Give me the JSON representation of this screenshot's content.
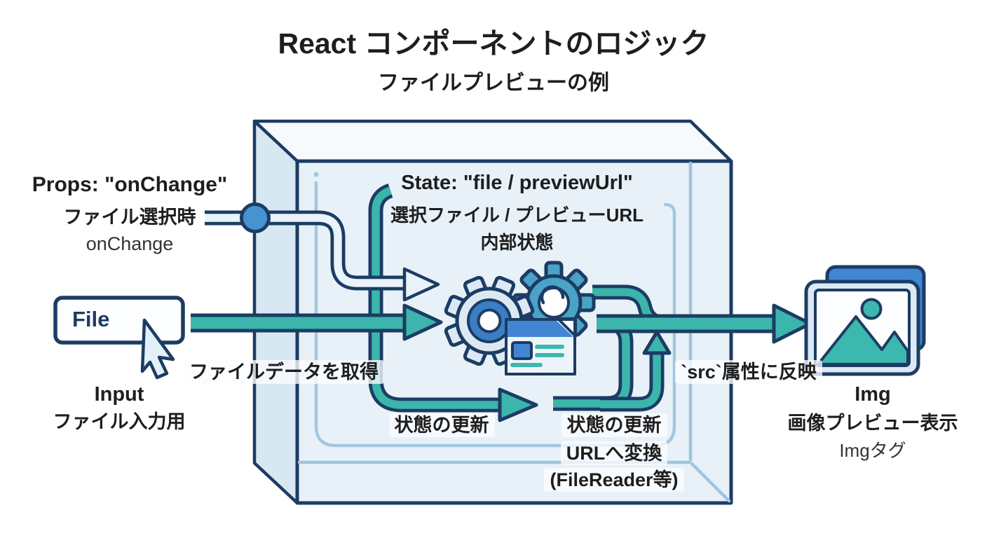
{
  "title": "React コンポーネントのロジック",
  "subtitle": "ファイルプレビューの例",
  "props": {
    "heading": "Props: \"onChange\"",
    "line1": "ファイル選択時",
    "line2": "onChange"
  },
  "input": {
    "button_label": "File",
    "heading": "Input",
    "caption": "ファイル入力用"
  },
  "state": {
    "heading": "State: \"file / previewUrl\"",
    "line1": "選択ファイル / プレビューURL",
    "line2": "内部状態"
  },
  "labels": {
    "get_file_data": "ファイルデータを取得",
    "update_state_left": "状態の更新",
    "update_state_right": "状態の更新",
    "to_url": "URLへ変換",
    "filereader": "(FileReader等)",
    "src_attr": "`src`属性に反映"
  },
  "img": {
    "heading": "Img",
    "caption": "画像プレビュー表示",
    "tag": "Imgタグ"
  },
  "icons": {
    "center": "gears-processing-icon",
    "document": "document-card-icon",
    "output": "image-preview-icon",
    "pointer": "cursor-icon",
    "node": "connector-node"
  },
  "colors": {
    "navy": "#1c3c63",
    "teal": "#3cb5ac",
    "blue": "#4792d0",
    "pipelight": "#e9f3fa",
    "boxfront": "#e8f1f8",
    "boxleft": "#d8e8f3",
    "boxtop": "#f6fafd",
    "backedge": "#9fc4de",
    "panel": "#a3c7e0",
    "gearlight": "#dce9f4",
    "gearteal": "#4aa3c6",
    "gearring": "#3a7fc4",
    "cardblue": "#4186d3",
    "cardbody": "#eef5fa",
    "imgteal": "#3cb8ae",
    "ink": "#1e1e1e"
  }
}
